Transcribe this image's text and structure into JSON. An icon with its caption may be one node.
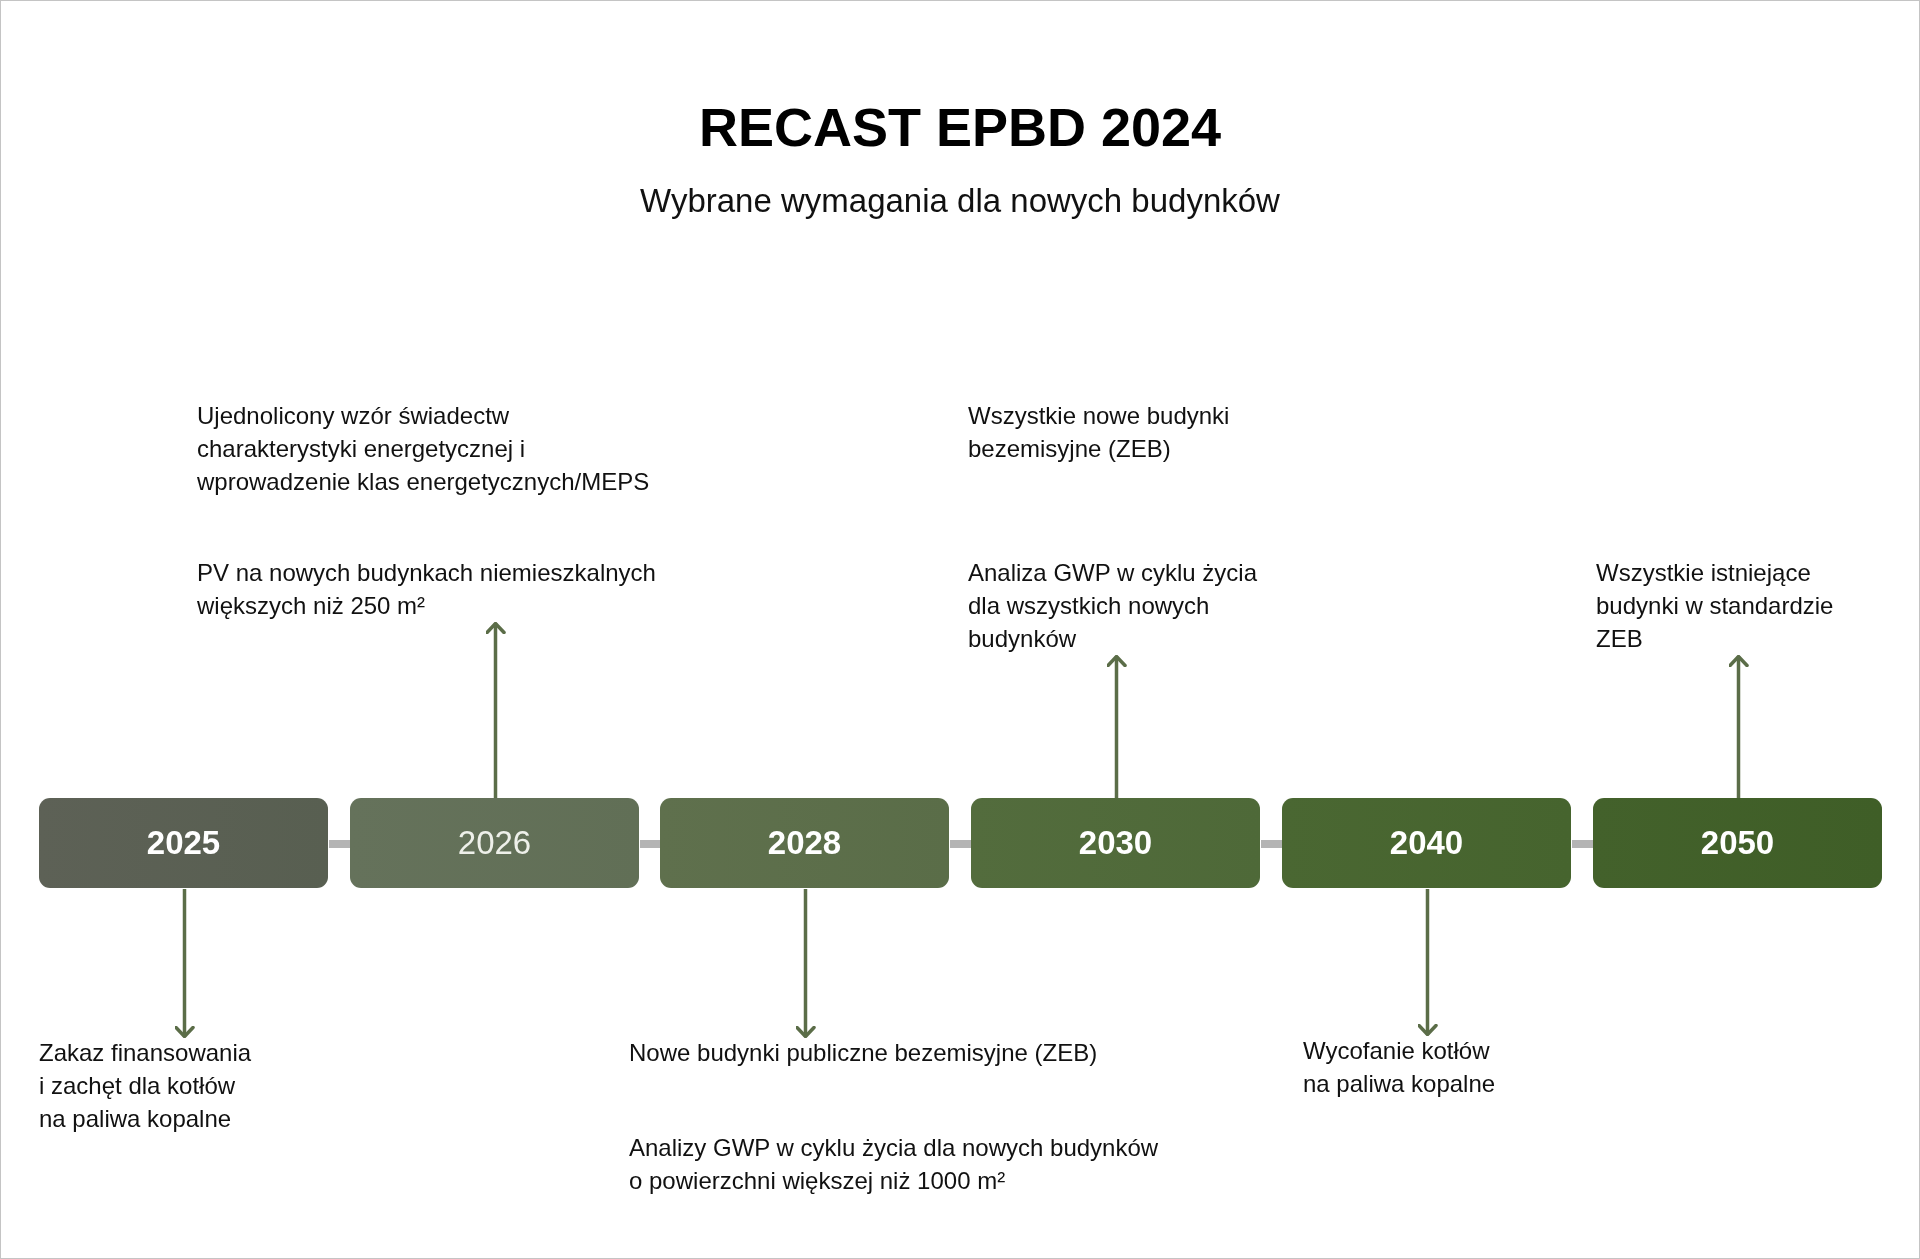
{
  "diagram": {
    "title": "RECAST EPBD 2024",
    "nodes": [
      {
        "text": [
          "Ujednolicony wzór świadectw charakterystyki energetycznej i wprowadzenie klas energetycznych/MEPS",
          "PV na nowych budynkach niemieszkalnych większych niż 250 m²"
        ]
      },
      {
        "text": [
          "Wszystkie nowe budynki bezemisyjne (ZEB)",
          "Analiza GWP w cyklu życia dla wszystkich nowych budynków"
        ]
      },
      {
        "text": [
          "Wszystkie istniejące budynki w standardzie ZEB"
        ]
      },
      {
        "text": [
          "2025"
        ]
      },
      {
        "text": [
          "2026"
        ]
      },
      {
        "text": [
          "2028"
        ]
      },
      {
        "text": [
          "2030"
        ]
      },
      {
        "text": [
          "2040"
        ]
      },
      {
        "text": [
          "2050"
        ]
      },
      {
        "text": [
          "Zakaz finansowania i zachęt dla kotłów na paliwa kopalne"
        ]
      },
      {
        "text": [
          "Nowe budynki publiczne bezemisyjne (ZEB)",
          "Analizy GWP w cyklu życia dla nowych budynków o powierzchni większej niż 1000 m²"
        ]
      },
      {
        "text": [
          "Wycofanie kotłów na paliwa kopalne"
        ]
      }
    ],
    "edges": [
      {
        "from": 3,
        "to": 4,
        "arrow": "none",
        "style": "thick",
        "color": "#b4b4b4"
      },
      {
        "from": 4,
        "to": 5,
        "arrow": "none",
        "style": "thick",
        "color": "#b4b4b4"
      },
      {
        "from": 5,
        "to": 6,
        "arrow": "none",
        "style": "thick",
        "color": "#b4b4b4"
      },
      {
        "from": 6,
        "to": 7,
        "arrow": "none",
        "style": "thick",
        "color": "#b4b4b4"
      },
      {
        "from": 7,
        "to": 8,
        "arrow": "none",
        "style": "thick",
        "color": "#b4b4b4"
      },
      {
        "from": 3,
        "to": 9,
        "arrow": "to"
      },
      {
        "from": 4,
        "to": 0,
        "arrow": "to"
      },
      {
        "from": 5,
        "to": 10,
        "arrow": "to"
      },
      {
        "from": 6,
        "to": 1,
        "arrow": "to"
      },
      {
        "from": 7,
        "to": 11,
        "arrow": "to"
      },
      {
        "from": 8,
        "to": 2,
        "arrow": "to"
      }
    ],
    "labels": [
      "Wybrane wymagania dla nowych budynków"
    ]
  }
}
